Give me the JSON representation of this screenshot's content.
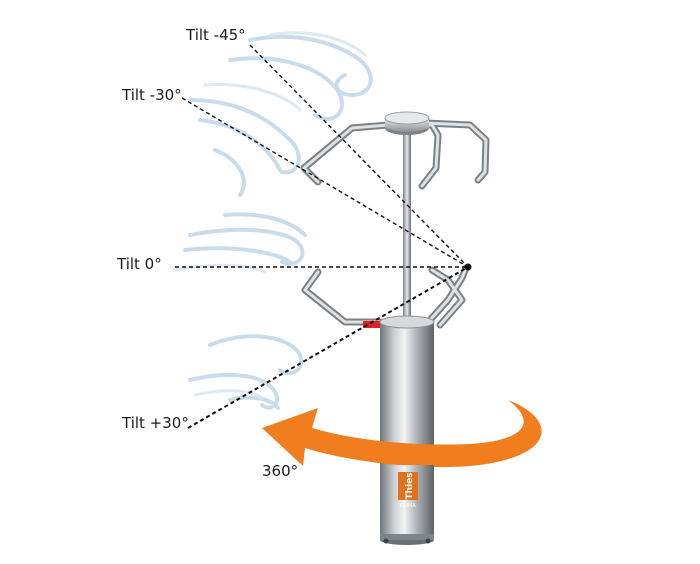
{
  "labels": {
    "tilt_m45": "Tilt -45°",
    "tilt_m30": "Tilt -30°",
    "tilt_0": "Tilt 0°",
    "tilt_p30": "Tilt +30°",
    "rotation": "360°"
  },
  "brand": {
    "name": "Thies",
    "sub": "CLIMA"
  },
  "colors": {
    "arrow": "#f07d1e",
    "wind": "#c9dceb",
    "steel": "#b8bcbf",
    "brand_bg": "#e0721f",
    "sensor_band": "#e02020"
  },
  "icons": {
    "wind": "wind-swirl-icon",
    "rotation": "rotation-arrow-icon"
  }
}
